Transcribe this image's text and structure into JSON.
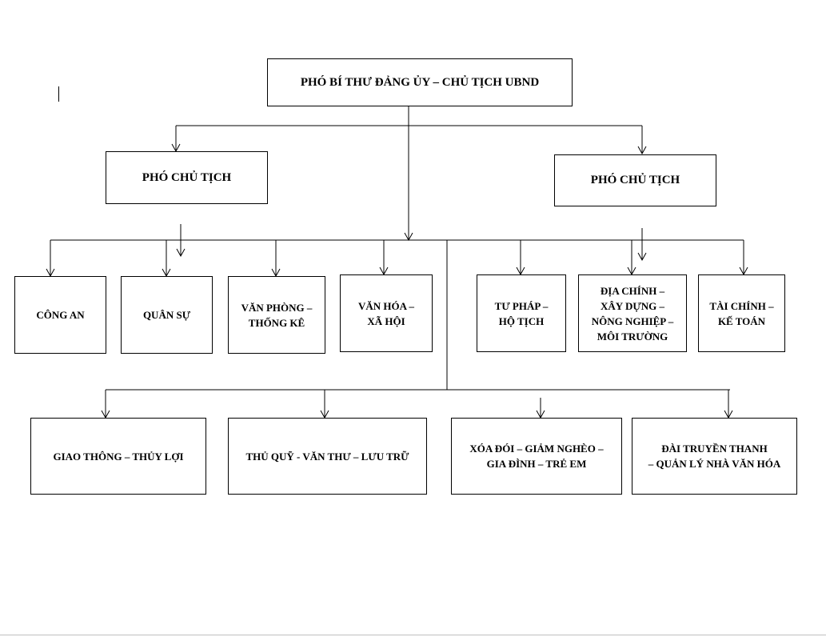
{
  "diagram": {
    "root": {
      "label": "PHÓ BÍ THƯ ĐẢNG ỦY – CHỦ TỊCH UBND"
    },
    "deputies": [
      {
        "id": "deputy-left",
        "label": "PHÓ CHỦ TỊCH"
      },
      {
        "id": "deputy-right",
        "label": "PHÓ CHỦ TỊCH"
      }
    ],
    "departments_row1": [
      {
        "id": "cong-an",
        "label": "CÔNG AN"
      },
      {
        "id": "quan-su",
        "label": "QUÂN SỰ"
      },
      {
        "id": "van-phong",
        "label": "VĂN PHÒNG –\nTHỐNG KÊ"
      },
      {
        "id": "van-hoa",
        "label": "VĂN HÓA –\nXÃ HỘI"
      },
      {
        "id": "tu-phap",
        "label": "TƯ PHÁP –\nHỘ TỊCH"
      },
      {
        "id": "dia-chinh",
        "label": "ĐỊA CHÍNH –\nXÂY DỰNG –\nNÔNG NGHIỆP –\nMÔI TRƯỜNG"
      },
      {
        "id": "tai-chinh",
        "label": "TÀI CHÍNH –\nKẾ TOÁN"
      }
    ],
    "departments_row2": [
      {
        "id": "giao-thong",
        "label": "GIAO THÔNG – THỦY LỢI"
      },
      {
        "id": "thu-quy",
        "label": "THỦ QUỸ - VĂN THƯ – LƯU TRỮ"
      },
      {
        "id": "xoa-doi",
        "label": "XÓA ĐÓI – GIẢM NGHÈO –\nGIA ĐÌNH – TRẺ EM"
      },
      {
        "id": "dai-truyen-thanh",
        "label": "ĐÀI TRUYỀN THANH\n– QUẢN LÝ NHÀ VĂN HÓA"
      }
    ],
    "line_color": "#000000",
    "box_border_color": "#000000",
    "background_color": "#ffffff"
  }
}
